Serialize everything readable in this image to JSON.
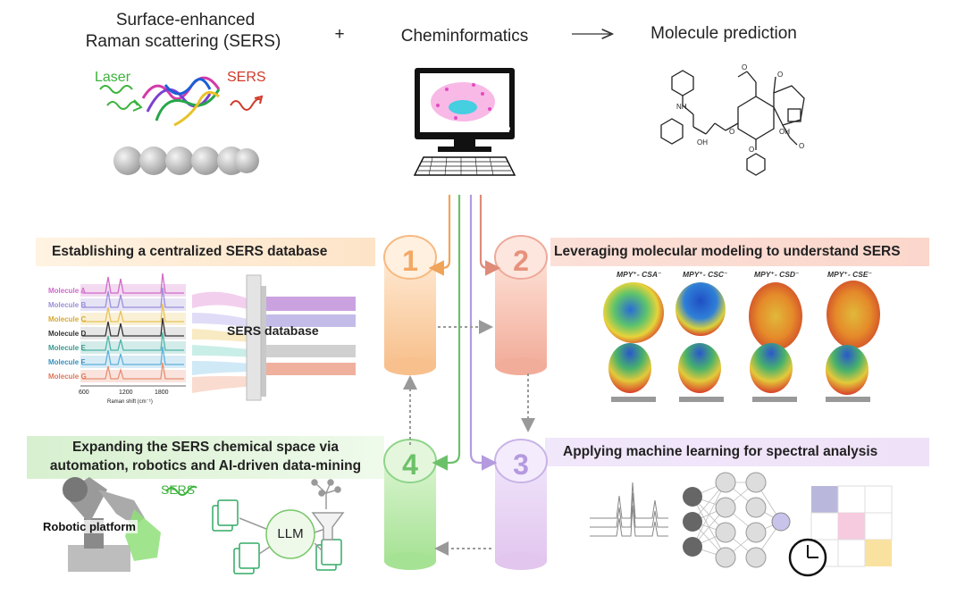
{
  "header": {
    "sers_line1": "Surface-enhanced",
    "sers_line2": "Raman scattering (SERS)",
    "plus": "+",
    "cheminformatics": "Cheminformatics",
    "prediction": "Molecule prediction",
    "laser": "Laser",
    "sers_wave": "SERS"
  },
  "steps": [
    {
      "number": "1",
      "title": "Establishing a centralized SERS database",
      "color": "#f6b97a"
    },
    {
      "number": "2",
      "title": "Leveraging molecular modeling to understand SERS",
      "color": "#eea99a"
    },
    {
      "number": "3",
      "title": "Applying machine learning for spectral analysis",
      "color": "#c9b3e6"
    },
    {
      "number": "4",
      "title_line1": "Expanding the SERS chemical space via",
      "title_line2": "automation, robotics and AI-driven data-mining",
      "color": "#8fd48a"
    }
  ],
  "database_panel": {
    "molecules": [
      {
        "label": "Molecule A",
        "color": "#d06bc9"
      },
      {
        "label": "Molecule B",
        "color": "#9b8fd9"
      },
      {
        "label": "Molecule C",
        "color": "#e8c25a"
      },
      {
        "label": "Molecule D",
        "color": "#555555"
      },
      {
        "label": "Molecule E",
        "color": "#4fb3a8"
      },
      {
        "label": "Molecule F",
        "color": "#5fb0d9"
      },
      {
        "label": "Molecule G",
        "color": "#e88f73"
      }
    ],
    "ticks": [
      "600",
      "1200",
      "1800"
    ],
    "xlabel": "Raman shift (cm⁻¹)",
    "db_label": "SERS database"
  },
  "modeling_panel": {
    "labels": [
      "MPY⁺- CSA⁻",
      "MPY⁺- CSC⁻",
      "MPY⁺- CSD⁻",
      "MPY⁺- CSE⁻"
    ]
  },
  "robot_panel": {
    "robot_label": "Robotic platform",
    "sers_label": "SERS",
    "llm_label": "LLM"
  }
}
